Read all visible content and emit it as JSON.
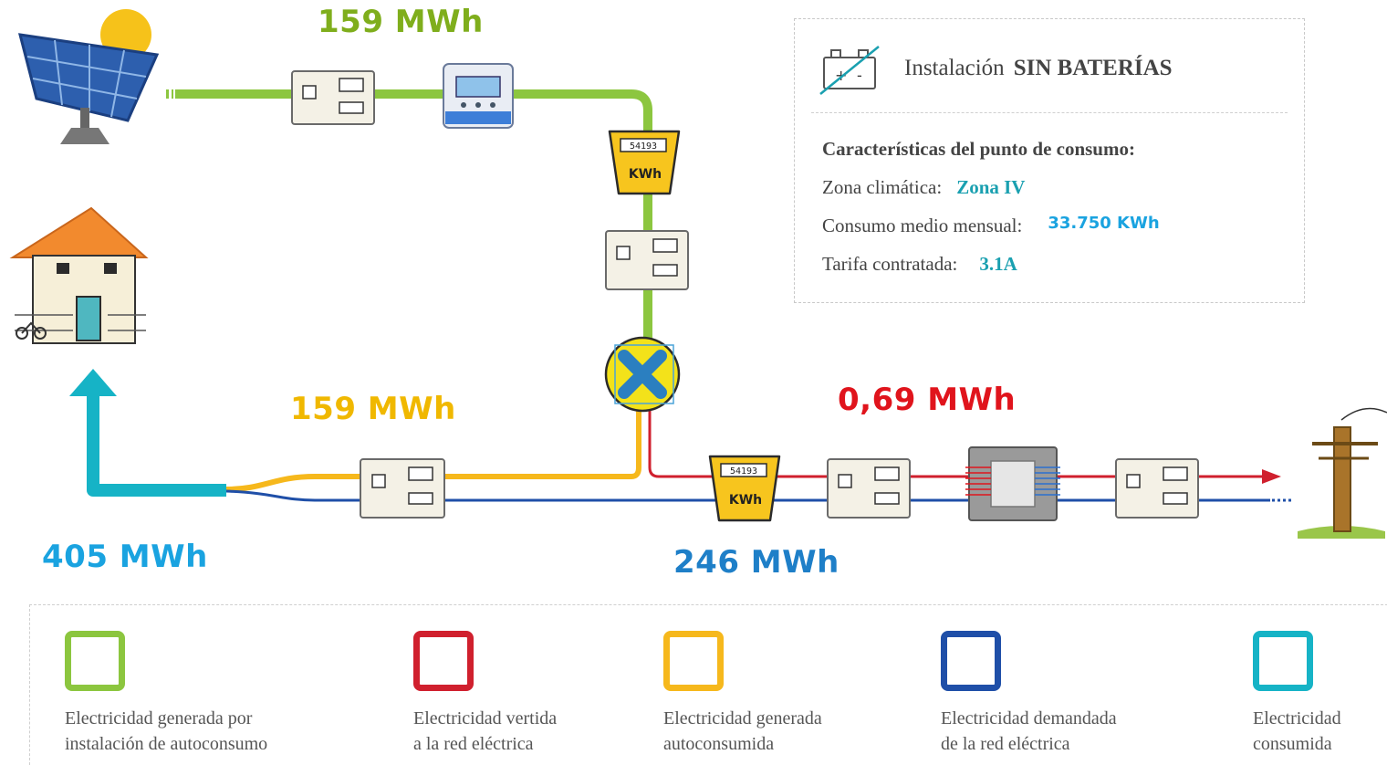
{
  "colors": {
    "generated": "#8cc63f",
    "exported": "#d0202e",
    "self_consumed": "#f6b81c",
    "demanded": "#1f4fa8",
    "consumed": "#16b3c6",
    "value_green": "#7fae1c",
    "value_yellow": "#f0b800",
    "value_red": "#e0141c",
    "value_blue": "#1e7fc8",
    "value_lightblue": "#1aa3e0",
    "accent_teal": "#1aa0b0"
  },
  "values": {
    "generated": "159 MWh",
    "self_consumed": "159 MWh",
    "exported": "0,69 MWh",
    "consumed": "405 MWh",
    "demanded": "246 MWh"
  },
  "icons": {
    "solar_panel": "solar-panel-icon",
    "house": "house-icon",
    "utility_pole": "utility-pole-icon",
    "meter": "kwh-meter-icon",
    "panel_box": "electrical-panel-icon",
    "inverter": "inverter-icon",
    "junction": "junction-cross-icon",
    "transformer": "transformer-icon",
    "no_battery": "battery-crossed-icon"
  },
  "meter_labels": {
    "display": "54193",
    "unit": "KWh"
  },
  "info": {
    "title_prefix": "Instalación",
    "title_strong": "SIN BATERÍAS",
    "heading": "Características del punto de consumo:",
    "zona_label": "Zona climática:",
    "zona_value": "Zona IV",
    "consumo_label": "Consumo medio mensual:",
    "consumo_value": "33.750 KWh",
    "tarifa_label": "Tarifa contratada:",
    "tarifa_value": "3.1A"
  },
  "legend": [
    {
      "line1": "Electricidad generada por",
      "line2": "instalación de autoconsumo"
    },
    {
      "line1": "Electricidad vertida",
      "line2": "a la red eléctrica"
    },
    {
      "line1": "Electricidad generada",
      "line2": "autoconsumida"
    },
    {
      "line1": "Electricidad demandada",
      "line2": "de la red eléctrica"
    },
    {
      "line1": "Electricidad",
      "line2": "consumida"
    }
  ]
}
